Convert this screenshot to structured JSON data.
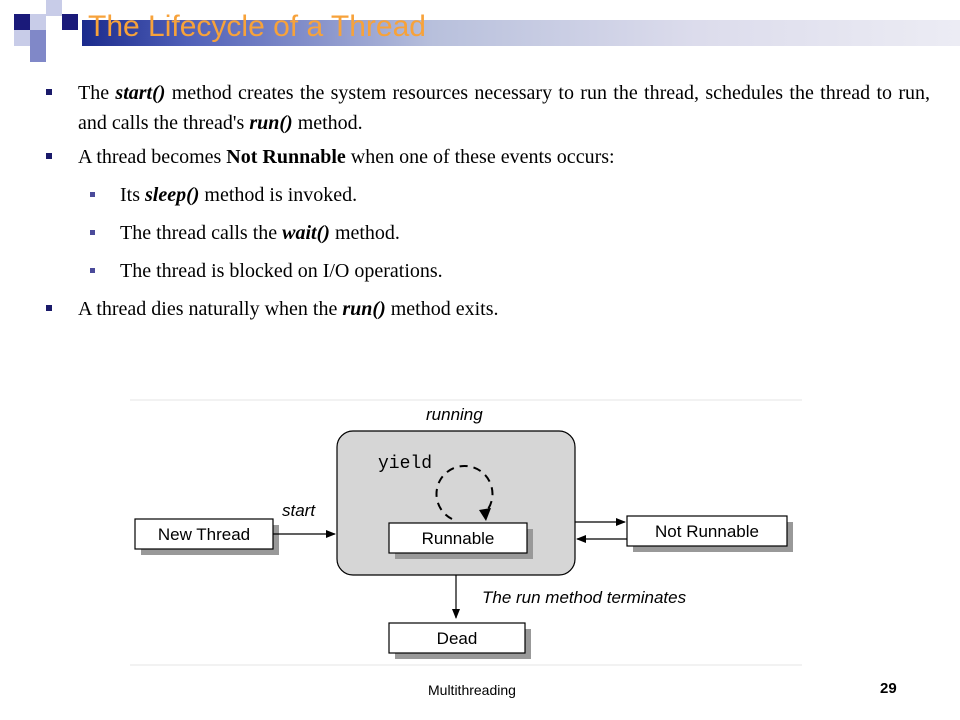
{
  "slide": {
    "title": "The Lifecycle of a Thread",
    "footer_center": "Multithreading",
    "page_number": "29"
  },
  "bullets": {
    "b1": {
      "t1": "The ",
      "e1": "start()",
      "t2": " method creates the system resources necessary to run the thread, schedules the thread to run, and calls the thread's ",
      "e2": "run()",
      "t3": " method."
    },
    "b2": {
      "t1": "A thread becomes ",
      "s1": "Not Runnable",
      "t2": " when one of these events occurs:"
    },
    "b2_1": {
      "t1": "Its ",
      "e1": "sleep()",
      "t2": " method is invoked."
    },
    "b2_2": {
      "t1": "The thread calls the ",
      "e1": "wait()",
      "t2": " method."
    },
    "b2_3": {
      "t1": "The thread is blocked on I/O operations."
    },
    "b3": {
      "t1": "A thread dies naturally when the ",
      "e1": "run()",
      "t2": " method exits."
    }
  },
  "diagram": {
    "running_label": "running",
    "yield_label": "yield",
    "start_label": "start",
    "terminates_label": "The run method terminates",
    "new_thread": "New Thread",
    "runnable": "Runnable",
    "not_runnable": "Not Runnable",
    "dead": "Dead"
  }
}
